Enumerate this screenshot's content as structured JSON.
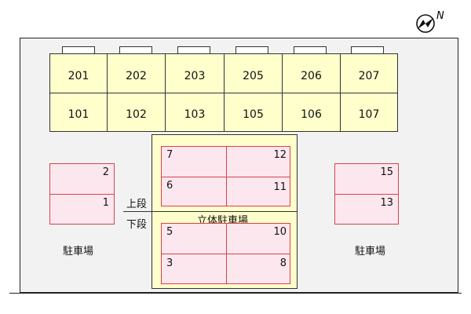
{
  "compass": {
    "label": "N",
    "icon": "north-arrow-icon"
  },
  "colors": {
    "building": "#ffffcc",
    "parking_fill": "#fde7ef",
    "parking_outline": "#d8424a",
    "lot": "#f2f2f2"
  },
  "building": {
    "upper_units": [
      "201",
      "202",
      "203",
      "205",
      "206",
      "207"
    ],
    "lower_units": [
      "101",
      "102",
      "103",
      "105",
      "106",
      "107"
    ]
  },
  "left_parking": {
    "label": "駐車場",
    "spaces": [
      "2",
      "1"
    ]
  },
  "right_parking": {
    "label": "駐車場",
    "spaces": [
      "15",
      "13"
    ]
  },
  "multi_level": {
    "label": "立体駐車場",
    "upper_label": "上段",
    "lower_label": "下段",
    "upper_spaces": [
      "7",
      "12",
      "6",
      "11"
    ],
    "lower_spaces": [
      "5",
      "10",
      "3",
      "8"
    ]
  }
}
